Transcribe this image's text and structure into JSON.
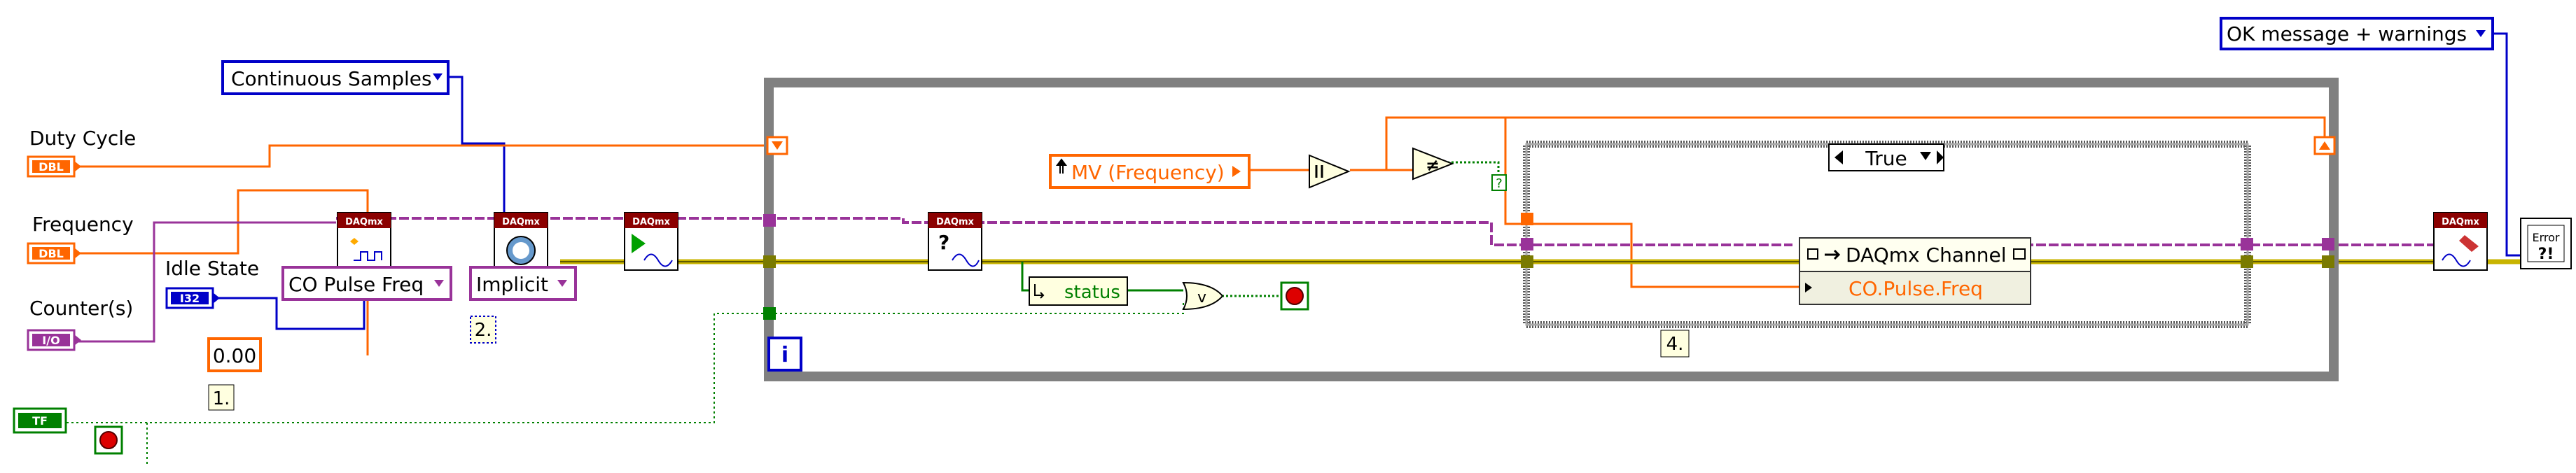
{
  "labels": {
    "duty_cycle": "Duty Cycle",
    "frequency": "Frequency",
    "counters": "Counter(s)",
    "idle_state": "Idle State"
  },
  "type_tags": {
    "dbl": "DBL",
    "i32": "I32",
    "io": "I/O",
    "tf": "TF"
  },
  "enums": {
    "sample_mode": "Continuous Samples",
    "channel_type": "CO Pulse Freq",
    "timing_type": "Implicit",
    "error_mode": "OK message + warnings",
    "case_selector": "True"
  },
  "constants": {
    "initial_delay": "0.00"
  },
  "property_node": {
    "input": "MV (Frequency)",
    "class": "DAQmx Channel",
    "property": "CO.Pulse.Freq"
  },
  "unbundle": {
    "status": "status"
  },
  "daqmx": {
    "vi_label": "DAQmx"
  },
  "comments": {
    "c1": "1.",
    "c2": "2.",
    "c4": "4."
  },
  "loop": {
    "iteration": "i"
  },
  "error_handler": {
    "label": "Error"
  },
  "colors": {
    "numeric_orange": "#ff6600",
    "integer_blue": "#0000c8",
    "boolean_green": "#008000",
    "cluster_pink": "#993399",
    "error_yellow": "#c8b400",
    "daq_header_red": "#8b0000",
    "loop_gray": "#808080"
  }
}
